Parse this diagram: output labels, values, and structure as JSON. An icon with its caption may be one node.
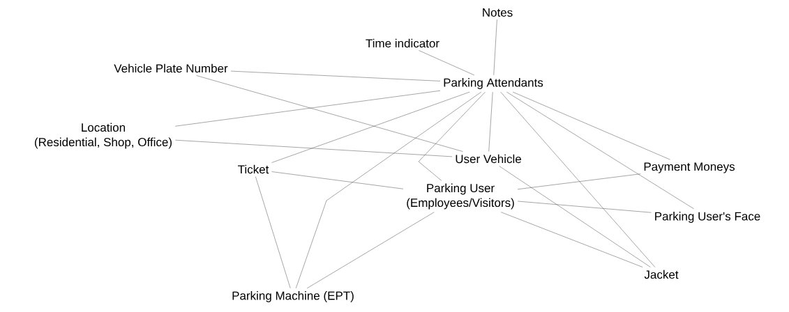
{
  "diagram": {
    "nodes": [
      {
        "text": [
          "Notes"
        ]
      },
      {
        "text": [
          "Time indicator"
        ]
      },
      {
        "text": [
          "Vehicle Plate Number"
        ]
      },
      {
        "text": [
          "Parking Attendants"
        ]
      },
      {
        "text": [
          "Location",
          "(Residential, Shop, Office)"
        ]
      },
      {
        "text": [
          "Ticket"
        ]
      },
      {
        "text": [
          "User Vehicle"
        ]
      },
      {
        "text": [
          "Payment Moneys"
        ]
      },
      {
        "text": [
          "Parking User",
          "(Employees/Visitors)"
        ]
      },
      {
        "text": [
          "Parking User's Face"
        ]
      },
      {
        "text": [
          "Jacket"
        ]
      },
      {
        "text": [
          "Parking Machine (EPT)"
        ]
      }
    ],
    "edges": [
      {
        "from": 0,
        "to": 3,
        "arrow": "none"
      },
      {
        "from": 1,
        "to": 3,
        "arrow": "none"
      },
      {
        "from": 2,
        "to": 3,
        "arrow": "none"
      },
      {
        "from": 2,
        "to": 6,
        "arrow": "none"
      },
      {
        "from": 4,
        "to": 3,
        "arrow": "none"
      },
      {
        "from": 4,
        "to": 6,
        "arrow": "none"
      },
      {
        "from": 5,
        "to": 3,
        "arrow": "none"
      },
      {
        "from": 3,
        "to": 8,
        "arrow": "none"
      },
      {
        "from": 3,
        "to": 6,
        "arrow": "none"
      },
      {
        "from": 3,
        "to": 11,
        "arrow": "none"
      },
      {
        "from": 5,
        "to": 8,
        "arrow": "none"
      },
      {
        "from": 5,
        "to": 11,
        "arrow": "none"
      },
      {
        "from": 11,
        "to": 8,
        "arrow": "none"
      },
      {
        "from": 3,
        "to": 7,
        "arrow": "none"
      },
      {
        "from": 8,
        "to": 7,
        "arrow": "none"
      },
      {
        "from": 8,
        "to": 9,
        "arrow": "none"
      },
      {
        "from": 3,
        "to": 9,
        "arrow": "none"
      },
      {
        "from": 3,
        "to": 10,
        "arrow": "none"
      },
      {
        "from": 6,
        "to": 10,
        "arrow": "none"
      },
      {
        "from": 8,
        "to": 10,
        "arrow": "none"
      }
    ]
  }
}
